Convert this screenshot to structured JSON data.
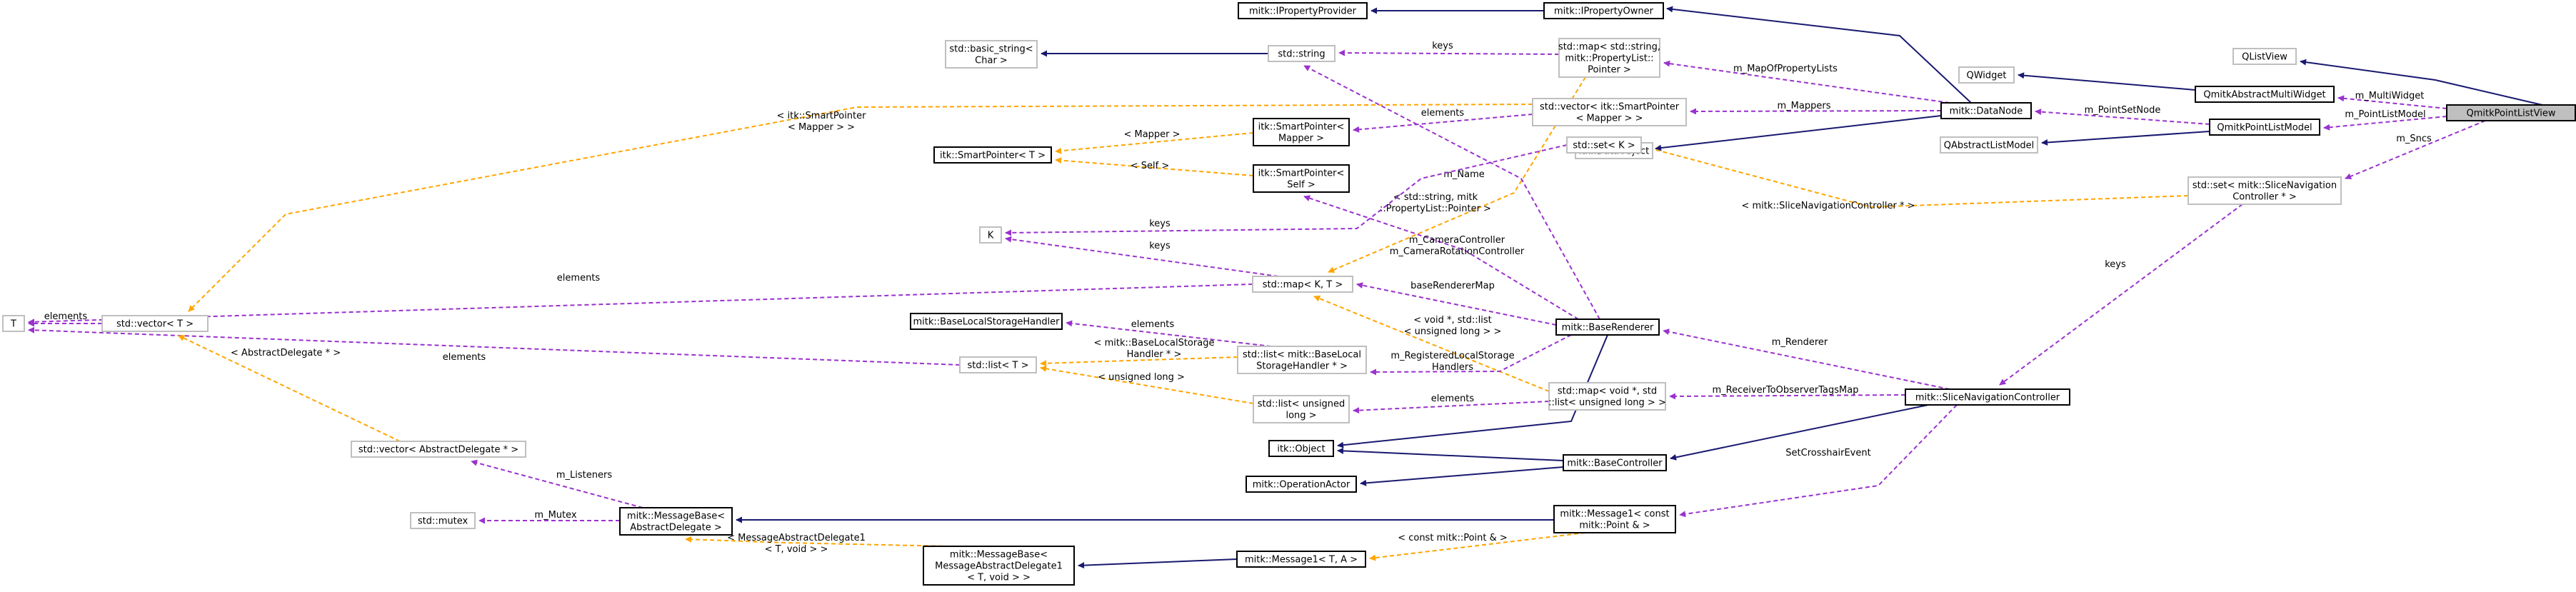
{
  "diagram": {
    "colors": {
      "inheritance": "#191970",
      "usage": "#9a32cd",
      "template": "#ffa500",
      "focus_fill": "#bfbfbf",
      "node_border": "#000000",
      "template_border": "#bfbfbf"
    },
    "nodes": {
      "focus": [
        "QmitkPointListView"
      ],
      "qlistview": [
        "QListView"
      ],
      "abstractmulti": [
        "QmitkAbstractMultiWidget"
      ],
      "qwidget": [
        "QWidget"
      ],
      "pointlistmodel": [
        "QmitkPointListModel"
      ],
      "qabstractlistmodel": [
        "QAbstractListModel"
      ],
      "datanode": [
        "mitk::DataNode"
      ],
      "ipropertyowner": [
        "mitk::IPropertyOwner"
      ],
      "ipropertyprovider": [
        "mitk::IPropertyProvider"
      ],
      "dataobject": [
        "itk::DataObject"
      ],
      "mapproplist": [
        "std::map< std::string,",
        "mitk::PropertyList::",
        "Pointer >"
      ],
      "vecsmartmapper": [
        "std::vector< itk::SmartPointer",
        "< Mapper > >"
      ],
      "stdstring": [
        "std::string"
      ],
      "basicstring": [
        "std::basic_string<",
        "Char >"
      ],
      "smartmapper": [
        "itk::SmartPointer<",
        "Mapper >"
      ],
      "smartT": [
        "itk::SmartPointer< T >"
      ],
      "smartself": [
        "itk::SmartPointer<",
        "Self >"
      ],
      "setK": [
        "std::set< K >"
      ],
      "setslicenav": [
        "std::set< mitk::SliceNavigation",
        "Controller * >"
      ],
      "K": [
        "K"
      ],
      "T": [
        "T"
      ],
      "vectorT": [
        "std::vector< T >"
      ],
      "mapKT": [
        "std::map< K, T >"
      ],
      "baselocalstoragehandler": [
        "mitk::BaseLocalStorageHandler"
      ],
      "listbaselocal": [
        "std::list< mitk::BaseLocal",
        "StorageHandler * >"
      ],
      "listT": [
        "std::list< T >"
      ],
      "listunsigned": [
        "std::list< unsigned",
        "long >"
      ],
      "baserenderer": [
        "mitk::BaseRenderer"
      ],
      "mapvoidlist": [
        "std::map< void *, std",
        "::list< unsigned long > >"
      ],
      "slicenav": [
        "mitk::SliceNavigationController"
      ],
      "itkobject": [
        "itk::Object"
      ],
      "basecontroller": [
        "mitk::BaseController"
      ],
      "operationactor": [
        "mitk::OperationActor"
      ],
      "vecabstractdelegate": [
        "std::vector< AbstractDelegate * >"
      ],
      "stdmutex": [
        "std::mutex"
      ],
      "msgbaseabstract": [
        "mitk::MessageBase<",
        "AbstractDelegate >"
      ],
      "message1const": [
        "mitk::Message1< const",
        "mitk::Point & >"
      ],
      "message1TA": [
        "mitk::Message1< T, A >"
      ],
      "msgbaseabstract1": [
        "mitk::MessageBase<",
        "MessageAbstractDelegate1",
        "< T, void > >"
      ]
    },
    "edges": {
      "inh_qlistview": [],
      "use_multiwidget": [
        "m_MultiWidget"
      ],
      "inh_qwidget": [],
      "use_pointlistmodel": [
        "m_PointListModel"
      ],
      "inh_qabstractlistmodel": [],
      "use_pointsetnode": [
        "m_PointSetNode"
      ],
      "inh_ipropertyowner": [],
      "inh_ipropertyprovider": [],
      "inh_dataobject": [],
      "use_mapofproplists": [
        "m_MapOfPropertyLists"
      ],
      "use_mappers": [
        "m_Mappers"
      ],
      "use_keys_string": [
        "keys"
      ],
      "inh_basicstring": [],
      "use_elements_mapper": [
        "elements"
      ],
      "tpl_smartmapper": [
        "< Mapper >"
      ],
      "tpl_smartself": [
        "< Self >"
      ],
      "tpl_mapproplist": [
        "< std::string, mitk",
        "::PropertyList::Pointer >"
      ],
      "tpl_vec_smartpointer": [
        "< itk::SmartPointer",
        "< Mapper > >"
      ],
      "use_sncs": [
        "m_Sncs"
      ],
      "tpl_setslicenav": [
        "< mitk::SliceNavigationController * >"
      ],
      "use_name": [
        "m_Name"
      ],
      "use_keys_K_set": [
        "keys"
      ],
      "use_keys_K_map": [
        "keys"
      ],
      "use_cameracontroller": [
        "m_CameraController",
        "m_CameraRotationController"
      ],
      "use_elements_T_map": [
        "elements"
      ],
      "use_elements_T_vec": [
        "elements"
      ],
      "use_elements_T_list": [
        "elements"
      ],
      "use_baserenderermap": [
        "baseRendererMap"
      ],
      "tpl_voidlist": [
        "< void *, std::list",
        "< unsigned long > >"
      ],
      "use_keys_slicenav": [
        "keys"
      ],
      "tpl_listbaselocal": [
        "< mitk::BaseLocalStorage",
        "Handler * >"
      ],
      "tpl_listunsigned": [
        "< unsigned long >"
      ],
      "use_elements_baselocal": [
        "elements"
      ],
      "use_registeredlocal": [
        "m_RegisteredLocalStorage",
        "Handlers"
      ],
      "use_elements_unsigned": [
        "elements"
      ],
      "use_renderer": [
        "m_Renderer"
      ],
      "use_receiver": [
        "m_ReceiverToObserverTagsMap"
      ],
      "inh_itkobject_br": [],
      "inh_basecontroller": [],
      "inh_itkobject_bc": [],
      "inh_operationactor": [],
      "use_setcrosshair": [
        "SetCrosshairEvent"
      ],
      "use_listeners": [
        "m_Listeners"
      ],
      "tpl_abstractdelegate": [
        "< AbstractDelegate * >"
      ],
      "use_mutex": [
        "m_Mutex"
      ],
      "inh_msgbase": [],
      "tpl_constpoint": [
        "< const mitk::Point & >"
      ],
      "inh_msgbase1": [],
      "tpl_msgabstract1": [
        "< MessageAbstractDelegate1",
        "< T, void > >"
      ]
    }
  }
}
